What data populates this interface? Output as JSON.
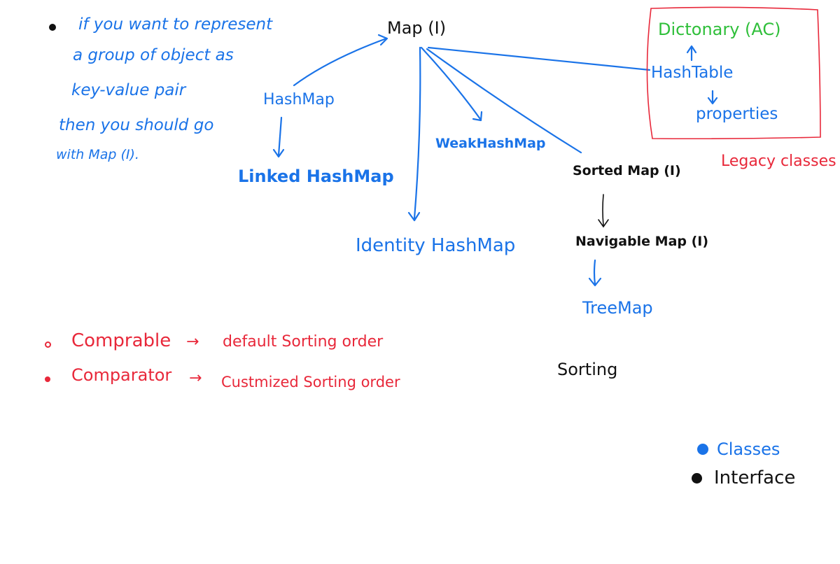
{
  "intro_note": {
    "lines": [
      "if you want to represent",
      "a group of object as",
      "key-value pair",
      "then you should go",
      "with Map (I)."
    ]
  },
  "nodes": {
    "map": "Map (I)",
    "hashmap": "HashMap",
    "linked_hashmap": "Linked HashMap",
    "weak_hashmap": "WeakHashMap",
    "identity_hashmap": "Identity HashMap",
    "sorted_map": "Sorted Map (I)",
    "navigable_map": "Navigable Map (I)",
    "treemap": "TreeMap",
    "dictionary": "Dictonary (AC)",
    "hashtable": "HashTable",
    "properties": "properties"
  },
  "legacy_label": "Legacy classes",
  "notes": [
    {
      "term": "Comprable",
      "arrow": "→",
      "desc": "default Sorting order"
    },
    {
      "term": "Comparator",
      "arrow": "→",
      "desc": "Custmized Sorting order"
    }
  ],
  "sorting_label": "Sorting",
  "legend": [
    {
      "label": "Classes",
      "color": "#1a73e8"
    },
    {
      "label": "Interface",
      "color": "#111111"
    }
  ],
  "colors": {
    "class": "#1a73e8",
    "interface": "#111111",
    "legacy": "#e8283a",
    "abstract": "#2fbf3a"
  }
}
